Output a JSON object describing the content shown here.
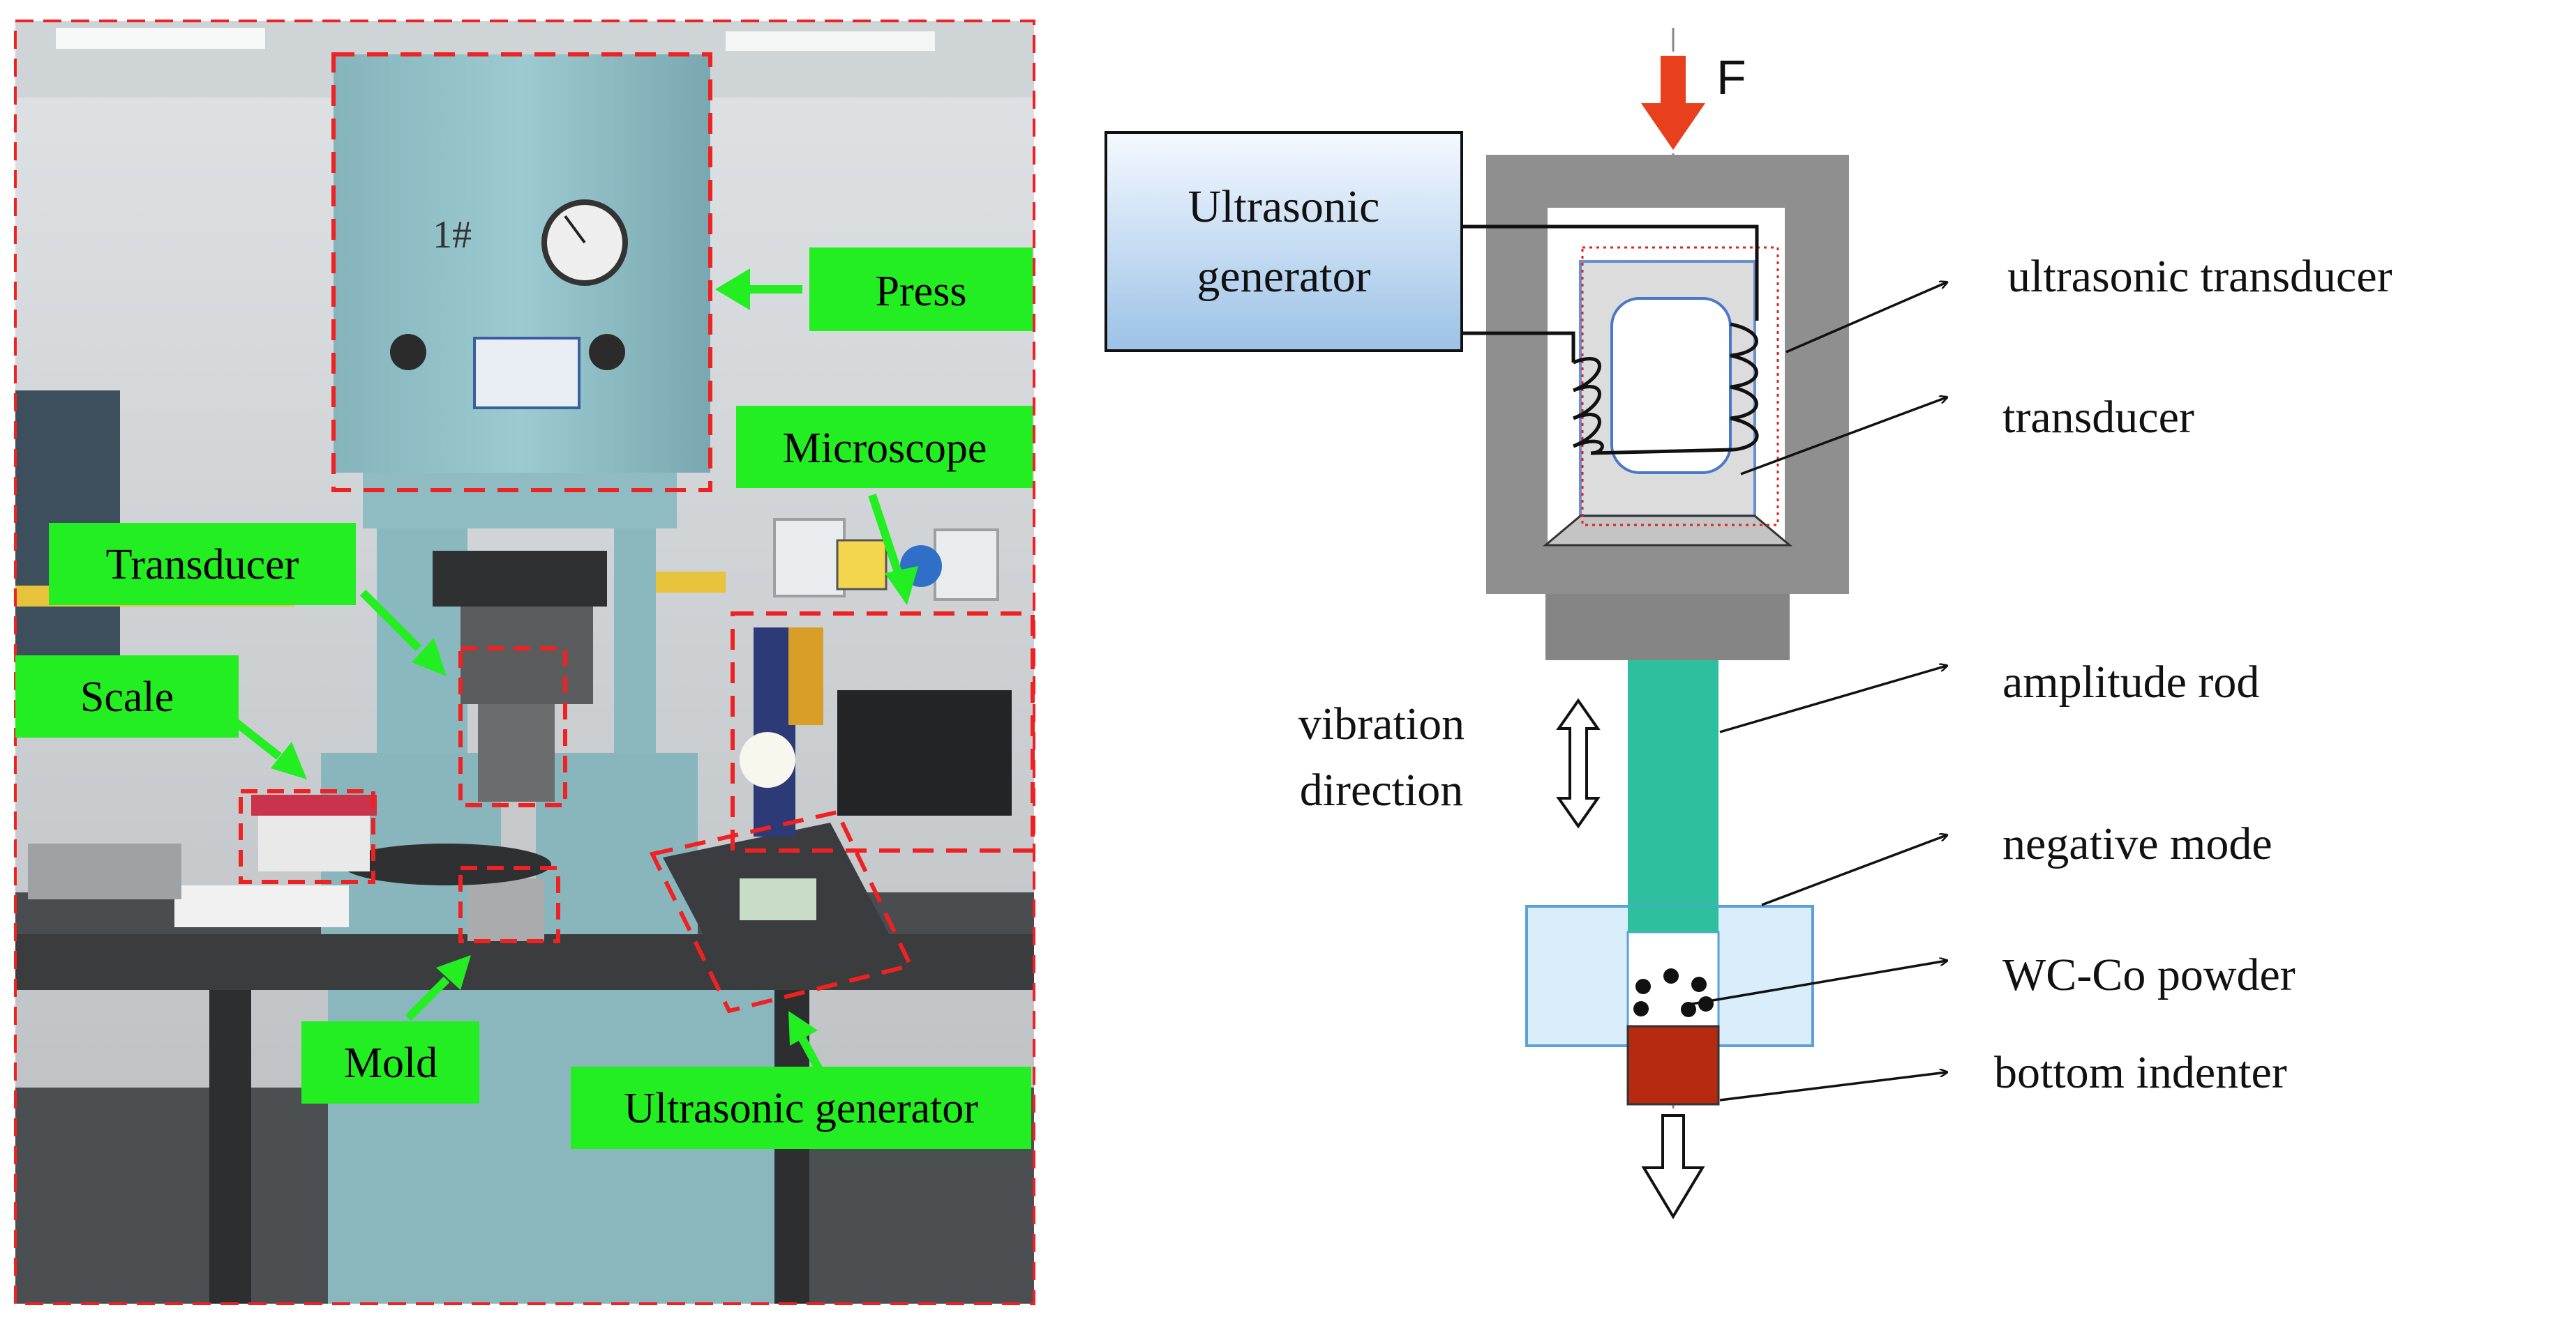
{
  "photo_panel": {
    "labels": {
      "press": "Press",
      "microscope": "Microscope",
      "transducer": "Transducer",
      "scale": "Scale",
      "mold": "Mold",
      "ultrasonic_generator": "Ultrasonic generator"
    },
    "colors": {
      "label_bg": "#22ee22",
      "arrow": "#22ee22",
      "dashed_box": "#ee2222"
    }
  },
  "schematic": {
    "force_label": "F",
    "generator_box": {
      "line1": "Ultrasonic",
      "line2": "generator"
    },
    "vibration_label": {
      "line1": "vibration",
      "line2": "direction"
    },
    "callouts": {
      "ultrasonic_transducer": "ultrasonic transducer",
      "transducer": "transducer",
      "amplitude_rod": "amplitude rod",
      "negative_mode": "negative mode",
      "powder": "WC-Co powder",
      "bottom_indenter": "bottom indenter"
    },
    "colors": {
      "force_arrow": "#e8401c",
      "generator_fill_top": "#f4f9ff",
      "generator_fill_bottom": "#9cc2e6",
      "housing": "#8f8f8f",
      "horn": "#2ebf9e",
      "mold": "#d9eefa",
      "mold_stroke": "#5aa0dc",
      "indenter": "#b52a10"
    }
  }
}
